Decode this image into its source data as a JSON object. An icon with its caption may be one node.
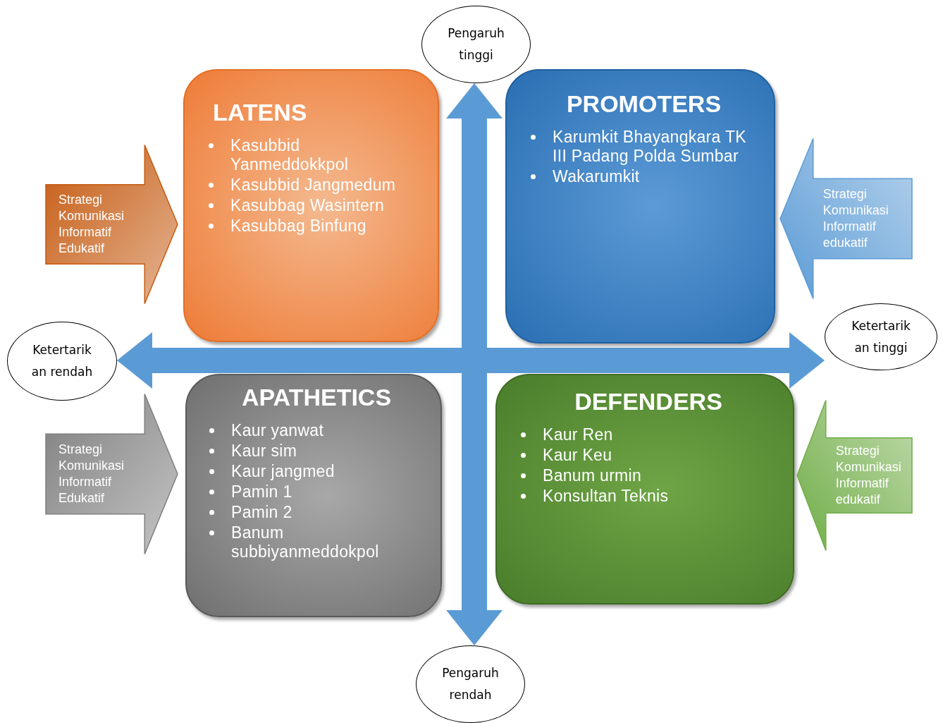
{
  "diagram": {
    "nodes": [
      {
        "text": [
          "Pengaruh tinggi"
        ]
      },
      {
        "text": [
          "LATENS",
          "Kasubbid Yanmeddokkpol",
          "Kasubbid Jangmedum",
          "Kasubbag Wasintern",
          "Kasubbag Binfung"
        ]
      },
      {
        "text": [
          "PROMOTERS",
          "Karumkit Bhayangkara TK III Padang Polda Sumbar",
          "Wakarumkit"
        ]
      },
      {
        "text": [
          "Ketertarik an rendah"
        ]
      },
      {
        "text": [
          "Ketertarik an tinggi"
        ]
      },
      {
        "text": [
          "APATHETICS",
          "Kaur yanwat",
          "Kaur sim",
          "Kaur jangmed",
          "Pamin 1",
          "Pamin 2",
          "Banum subbiyanmeddokpol"
        ]
      },
      {
        "text": [
          "DEFENDERS",
          "Kaur Ren",
          "Kaur Keu",
          "Banum urmin",
          "Konsultan Teknis"
        ]
      },
      {
        "text": [
          "Pengaruh rendah"
        ]
      }
    ],
    "edges": [
      {
        "from": 0,
        "to": 7,
        "arrow": "both",
        "color": "#5b9bd5"
      },
      {
        "from": 3,
        "to": 4,
        "arrow": "both",
        "color": "#5b9bd5"
      },
      {
        "from": null,
        "to": 1,
        "arrow": "to",
        "label": "Strategi Komunikasi Informatif Edukatif",
        "color": "#c55a11"
      },
      {
        "from": null,
        "to": 2,
        "arrow": "to",
        "label": "Strategi Komunikasi Informatif edukatif",
        "color": "#5b9bd5"
      },
      {
        "from": null,
        "to": 5,
        "arrow": "to",
        "label": "Strategi Komunikasi Informatif Edukatif",
        "color": "#7f7f7f"
      },
      {
        "from": null,
        "to": 6,
        "arrow": "to",
        "label": "Strategi Komunikasi Informatif edukatif",
        "color": "#70ad47"
      }
    ]
  }
}
